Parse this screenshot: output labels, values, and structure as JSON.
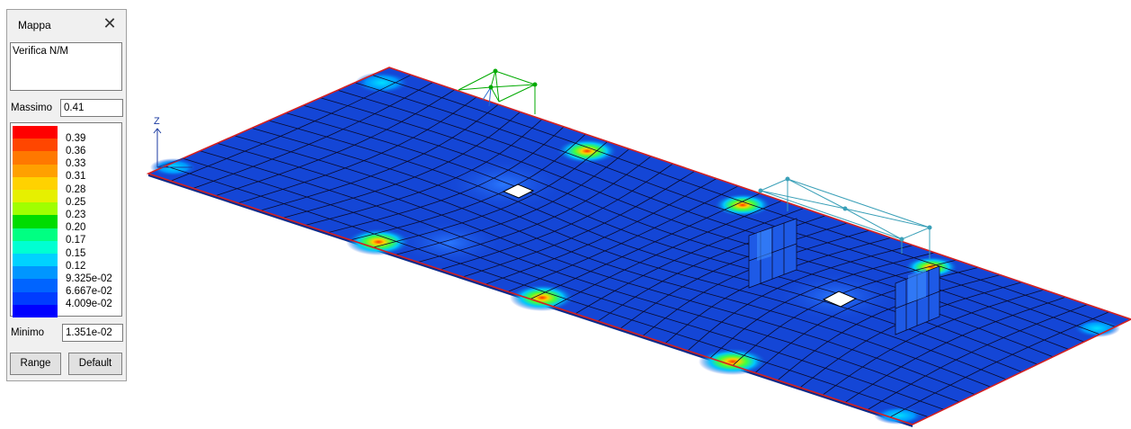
{
  "window": {
    "title": "Mappa",
    "close_icon": "close-icon",
    "description": "Verifica N/M"
  },
  "legend": {
    "max_label": "Massimo",
    "max_value": "0.41",
    "min_label": "Minimo",
    "min_value": "1.351e-02",
    "levels": [
      {
        "label": "0.39",
        "color": "#ff0000"
      },
      {
        "label": "0.36",
        "color": "#ff4600"
      },
      {
        "label": "0.33",
        "color": "#ff7800"
      },
      {
        "label": "0.31",
        "color": "#ffa000"
      },
      {
        "label": "0.28",
        "color": "#ffd200"
      },
      {
        "label": "0.25",
        "color": "#e6f000"
      },
      {
        "label": "0.23",
        "color": "#a0ff00"
      },
      {
        "label": "0.20",
        "color": "#00dc00"
      },
      {
        "label": "0.17",
        "color": "#00ff82"
      },
      {
        "label": "0.15",
        "color": "#00ffd2"
      },
      {
        "label": "0.12",
        "color": "#00d2ff"
      },
      {
        "label": "9.325e-02",
        "color": "#0096ff"
      },
      {
        "label": "6.667e-02",
        "color": "#0064ff"
      },
      {
        "label": "4.009e-02",
        "color": "#003cff"
      },
      {
        "label": "",
        "color": "#0000ff"
      }
    ]
  },
  "buttons": {
    "range": "Range",
    "default": "Default"
  },
  "viewport": {
    "axis_label": "Z",
    "plate_color": "#1446d6",
    "edge_color": "#d42020",
    "mesh_color": "#0a0a2a",
    "frame_color_green": "#00aa00",
    "frame_color_blue": "#3aa0b8"
  }
}
